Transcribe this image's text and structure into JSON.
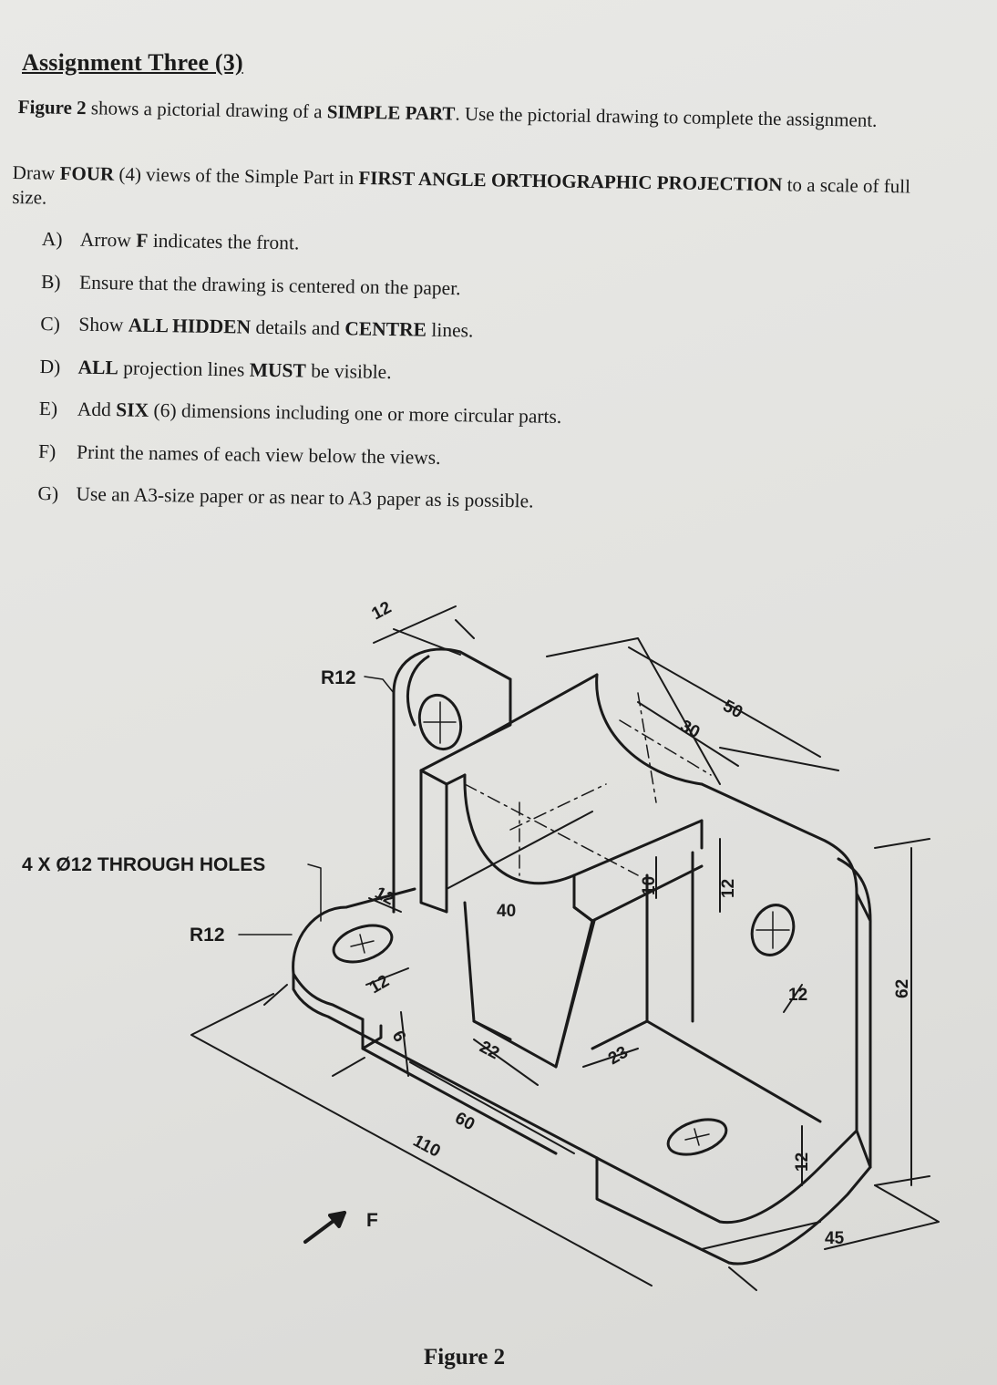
{
  "document": {
    "title": "Assignment Three (3)",
    "intro": {
      "lead_bold": "Figure 2",
      "text_1": " shows a pictorial drawing of a ",
      "bold_1": "SIMPLE PART",
      "text_2": ". Use the pictorial drawing to complete the assignment."
    },
    "instruction": {
      "text_1": "Draw ",
      "bold_1": "FOUR",
      "text_2": " (4) views of the Simple Part in ",
      "bold_2": "FIRST ANGLE ORTHOGRAPHIC PROJECTION",
      "text_3": " to a scale of full size."
    },
    "items": [
      {
        "letter": "A)",
        "t1": "Arrow ",
        "b1": "F",
        "t2": " indicates the front.",
        "b2": "",
        "t3": ""
      },
      {
        "letter": "B)",
        "t1": "Ensure that the drawing is centered on the paper.",
        "b1": "",
        "t2": "",
        "b2": "",
        "t3": ""
      },
      {
        "letter": "C)",
        "t1": "Show ",
        "b1": "ALL HIDDEN",
        "t2": " details and ",
        "b2": "CENTRE",
        "t3": " lines."
      },
      {
        "letter": "D)",
        "t1": "",
        "b1": "ALL",
        "t2": " projection lines ",
        "b2": "MUST",
        "t3": " be visible."
      },
      {
        "letter": "E)",
        "t1": "Add ",
        "b1": "SIX",
        "t2": " (6) dimensions including one or more circular parts.",
        "b2": "",
        "t3": ""
      },
      {
        "letter": "F)",
        "t1": "Print the names of each view below the views.",
        "b1": "",
        "t2": "",
        "b2": "",
        "t3": ""
      },
      {
        "letter": "G)",
        "t1": "Use an A3-size paper or as near to A3 paper as is possible.",
        "b1": "",
        "t2": "",
        "b2": "",
        "t3": ""
      }
    ]
  },
  "figure": {
    "caption": "Figure 2",
    "labels": {
      "holes": "4 X Ø12 THROUGH HOLES",
      "r12_top": "R12",
      "r12_left": "R12",
      "front_arrow": "F"
    },
    "dimensions": {
      "d12_top": "12",
      "d50": "50",
      "d30": "30",
      "d40": "40",
      "d10": "10",
      "d12_a": "12",
      "d12_b": "12",
      "d12_c": "12",
      "d12_d": "12",
      "d12_e": "12",
      "d6": "6",
      "d22": "22",
      "d23": "23",
      "d60": "60",
      "d110": "110",
      "d62": "62",
      "d45": "45"
    }
  }
}
